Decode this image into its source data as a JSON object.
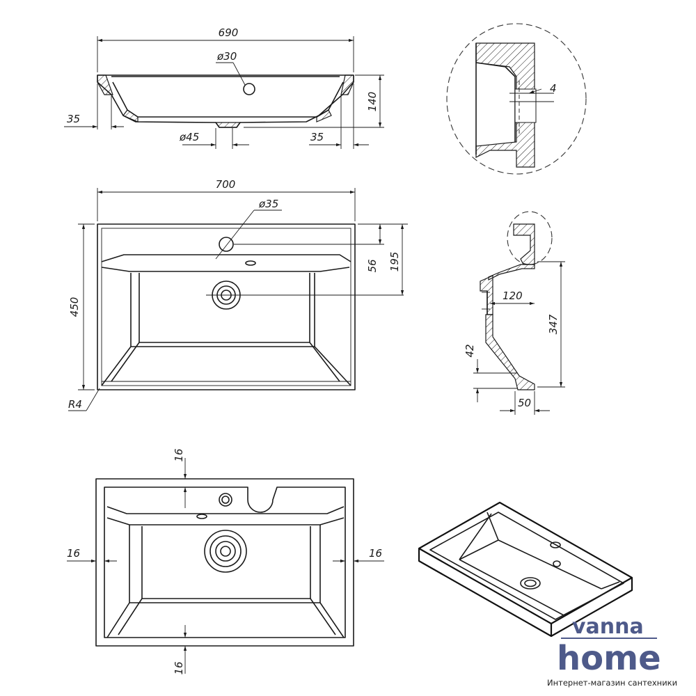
{
  "top_view": {
    "width": "690",
    "hole": "ø30",
    "left_edge": "35",
    "height": "140",
    "drain": "ø45",
    "right_edge": "35"
  },
  "detail_view": {
    "gap": "4"
  },
  "plan_view": {
    "width": "700",
    "hole": "ø35",
    "height": "450",
    "faucet_offset": "56",
    "drain_offset": "195",
    "radius": "R4"
  },
  "section_view": {
    "depth": "120",
    "height": "347",
    "rim": "42",
    "foot": "50"
  },
  "bottom_view": {
    "top_margin": "16",
    "left_margin": "16",
    "right_margin": "16",
    "bottom_margin": "16"
  },
  "logo": {
    "word_top": "vanna",
    "word_bottom": "home",
    "tagline": "Интернет-магазин сантехники"
  },
  "colors": {
    "brand": "#4e5a8a",
    "ink": "#1a1a1a"
  }
}
